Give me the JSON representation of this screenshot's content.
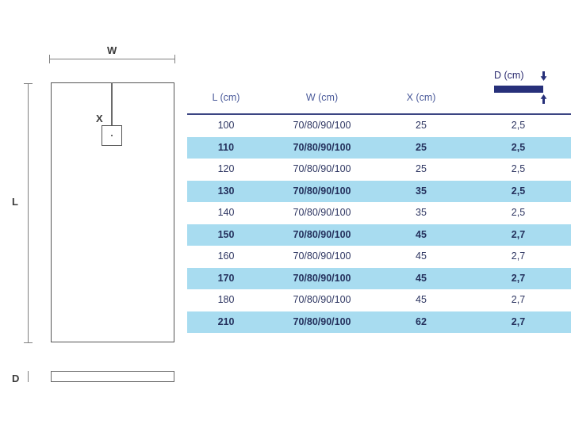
{
  "drawing": {
    "width_label": "W",
    "length_label": "L",
    "offset_label": "X",
    "depth_label": "D"
  },
  "legend": {
    "depth_header": "D (cm)",
    "arrow_down_icon": "arrow-down-icon",
    "arrow_up_icon": "arrow-up-icon"
  },
  "table": {
    "headers": {
      "length": "L (cm)",
      "width": "W (cm)",
      "offset": "X (cm)",
      "depth": "D (cm)"
    },
    "rows": [
      {
        "L": "100",
        "W": "70/80/90/100",
        "X": "25",
        "D": "2,5"
      },
      {
        "L": "110",
        "W": "70/80/90/100",
        "X": "25",
        "D": "2,5"
      },
      {
        "L": "120",
        "W": "70/80/90/100",
        "X": "25",
        "D": "2,5"
      },
      {
        "L": "130",
        "W": "70/80/90/100",
        "X": "35",
        "D": "2,5"
      },
      {
        "L": "140",
        "W": "70/80/90/100",
        "X": "35",
        "D": "2,5"
      },
      {
        "L": "150",
        "W": "70/80/90/100",
        "X": "45",
        "D": "2,7"
      },
      {
        "L": "160",
        "W": "70/80/90/100",
        "X": "45",
        "D": "2,7"
      },
      {
        "L": "170",
        "W": "70/80/90/100",
        "X": "45",
        "D": "2,7"
      },
      {
        "L": "180",
        "W": "70/80/90/100",
        "X": "45",
        "D": "2,7"
      },
      {
        "L": "210",
        "W": "70/80/90/100",
        "X": "62",
        "D": "2,7"
      }
    ]
  },
  "colors": {
    "row_highlight": "#a8dcf0",
    "header_text": "#4a5a9a",
    "header_rule": "#3c4583",
    "legend_bar": "#27307a",
    "body_text": "#2d3561",
    "drawing_line": "#555555"
  }
}
